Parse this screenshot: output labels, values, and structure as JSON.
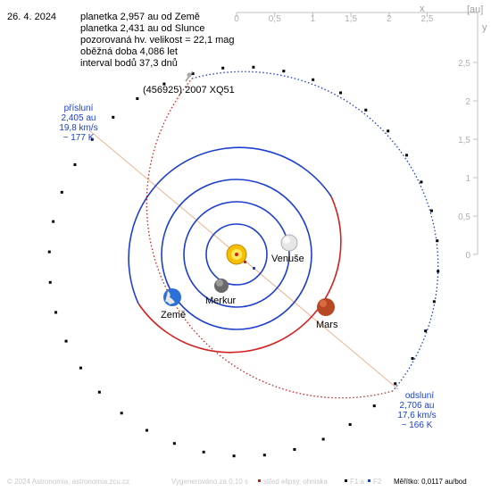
{
  "header": {
    "date": "26. 4. 2024",
    "info_lines": [
      "planetka 2,957 au od Země",
      "planetka 2,431 au od Slunce",
      "pozorovaná hv. velikost = 22,1 mag",
      "oběžná doba 4,086 let",
      "interval bodů 37,3 dnů"
    ]
  },
  "asteroid_name": "(456925) 2007 XQ51",
  "perihelion": {
    "title": "přísluní",
    "distance": "2,405 au",
    "speed": "19,8 km/s",
    "temperature": "~ 177 K"
  },
  "aphelion": {
    "title": "odsluní",
    "distance": "2,706 au",
    "speed": "17,6 km/s",
    "temperature": "~ 166 K"
  },
  "planets": {
    "mercury": "Merkur",
    "venus": "Venuše",
    "earth": "Země",
    "mars": "Mars"
  },
  "scale_axis": {
    "unit": "[au]",
    "x_label": "x",
    "y_label": "y",
    "x_ticks": [
      "0",
      "0,5",
      "1",
      "1,5",
      "2",
      "2,5"
    ],
    "y_ticks": [
      "2,5",
      "2",
      "1,5",
      "1",
      "0,5",
      "0"
    ]
  },
  "footer": {
    "copyright": "© 2024 Astronomia, astronomia.zcu.cz",
    "generated": "Vygenerováno za 0,10 s",
    "legend_center": "střed elipsy, ohniska",
    "legend_f1": "F1 a",
    "legend_f2": "F2",
    "scale": "Měřítko: 0,0117 au/bod"
  },
  "colors": {
    "inner_orbit": "#1d3fd0",
    "outer_orbit": "#d42020",
    "axis_grey": "#c0c0c0",
    "label_blue": "#1a3fd0",
    "apsis_line": "#f0b090"
  }
}
